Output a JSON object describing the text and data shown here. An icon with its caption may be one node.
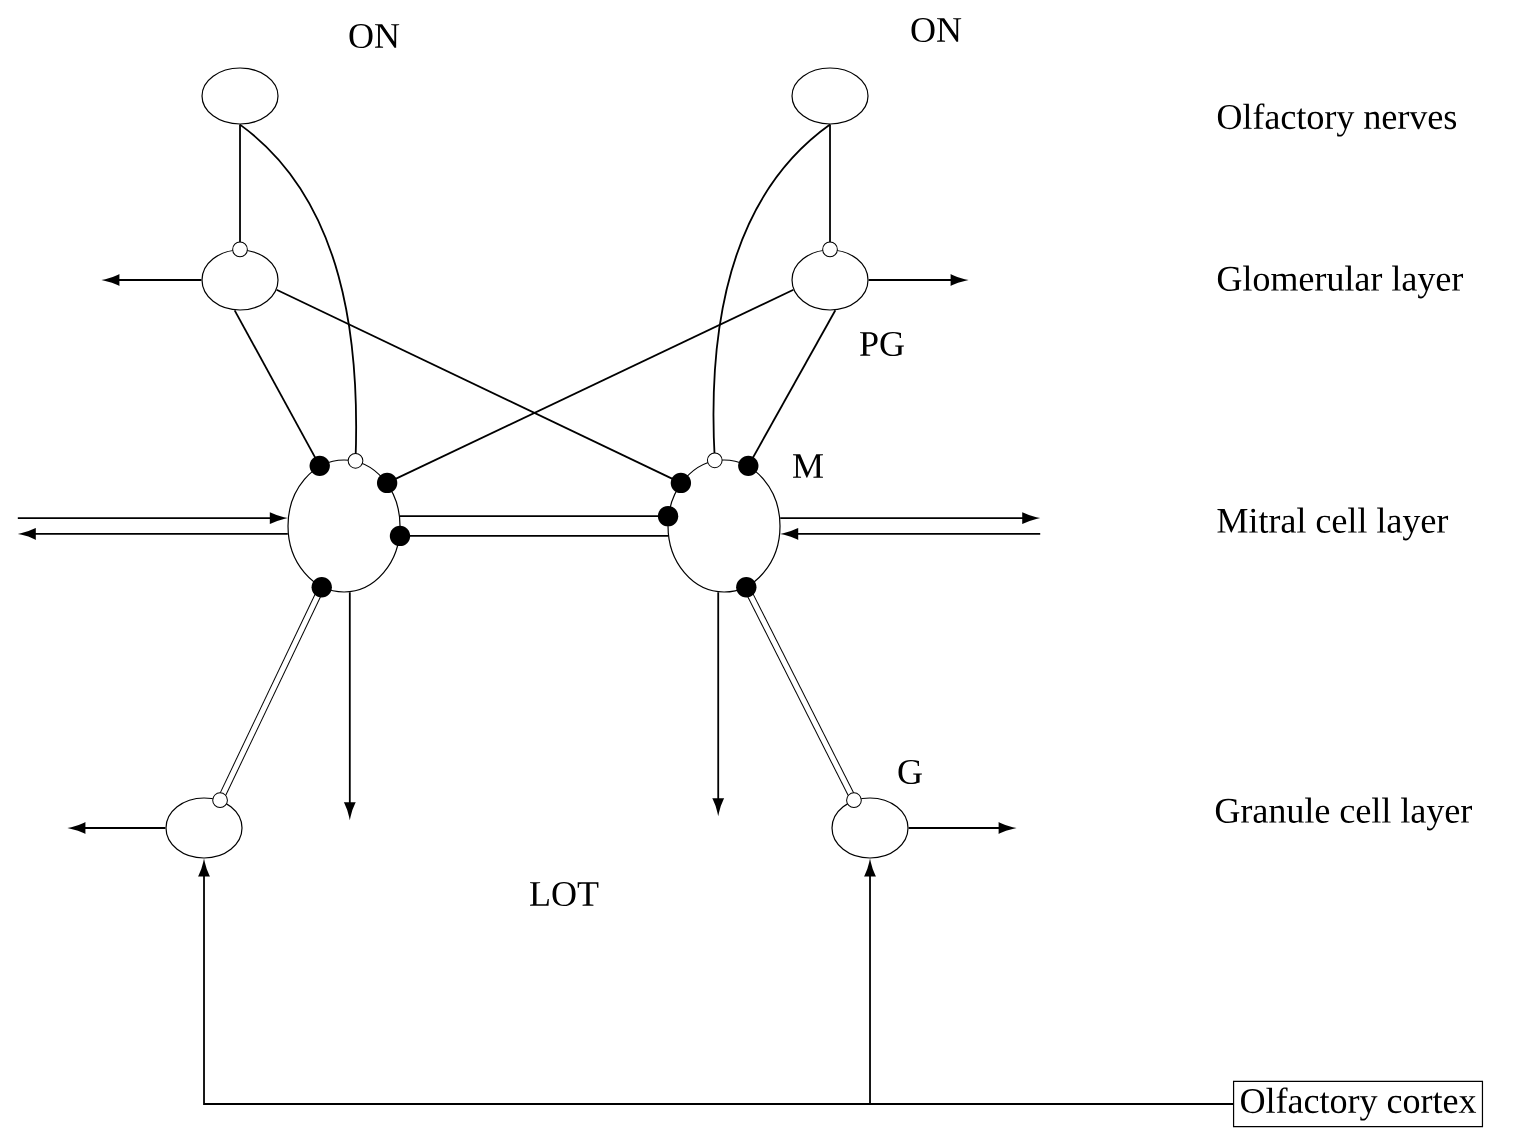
{
  "diagram": {
    "nodes": [
      {
        "text": [],
        "shape": "circle"
      },
      {
        "text": [],
        "shape": "circle"
      },
      {
        "text": [],
        "shape": "circle"
      },
      {
        "text": [],
        "shape": "circle"
      },
      {
        "text": [],
        "shape": "circle"
      },
      {
        "text": [],
        "shape": "circle"
      },
      {
        "text": [],
        "shape": "circle"
      },
      {
        "text": [],
        "shape": "circle"
      },
      {
        "text": [
          "Olfactory cortex"
        ]
      }
    ],
    "edges": [
      {
        "from": 0,
        "to": 2,
        "arrow": "other"
      },
      {
        "from": 0,
        "to": 4,
        "arrow": "other"
      },
      {
        "from": 1,
        "to": 3,
        "arrow": "other"
      },
      {
        "from": 1,
        "to": 5,
        "arrow": "other"
      },
      {
        "from": 2,
        "to": 4,
        "arrow": "other"
      },
      {
        "from": 2,
        "to": 5,
        "arrow": "other"
      },
      {
        "from": 3,
        "to": 4,
        "arrow": "other"
      },
      {
        "from": 3,
        "to": 5,
        "arrow": "other"
      },
      {
        "from": 4,
        "to": 5,
        "arrow": "other"
      },
      {
        "from": 5,
        "to": 4,
        "arrow": "other"
      },
      {
        "from": 4,
        "to": 6,
        "arrow": "other",
        "style": "thick"
      },
      {
        "from": 5,
        "to": 7,
        "arrow": "other",
        "style": "thick"
      },
      {
        "from": 8,
        "to": 6,
        "arrow": "to"
      },
      {
        "from": 8,
        "to": 7,
        "arrow": "to"
      },
      {
        "from": 2,
        "to": null,
        "arrow": "to"
      },
      {
        "from": 3,
        "to": null,
        "arrow": "to"
      },
      {
        "from": null,
        "to": 4,
        "arrow": "to"
      },
      {
        "from": 4,
        "to": null,
        "arrow": "to"
      },
      {
        "from": 5,
        "to": null,
        "arrow": "to"
      },
      {
        "from": null,
        "to": 5,
        "arrow": "to"
      },
      {
        "from": 4,
        "to": null,
        "arrow": "to"
      },
      {
        "from": 5,
        "to": null,
        "arrow": "to"
      },
      {
        "from": 6,
        "to": null,
        "arrow": "to"
      },
      {
        "from": 7,
        "to": null,
        "arrow": "to"
      }
    ],
    "labels": [
      "ON",
      "ON",
      "Olfactory nerves",
      "Glomerular layer",
      "PG",
      "M",
      "Mitral cell layer",
      "G",
      "Granule cell layer",
      "LOT"
    ]
  }
}
